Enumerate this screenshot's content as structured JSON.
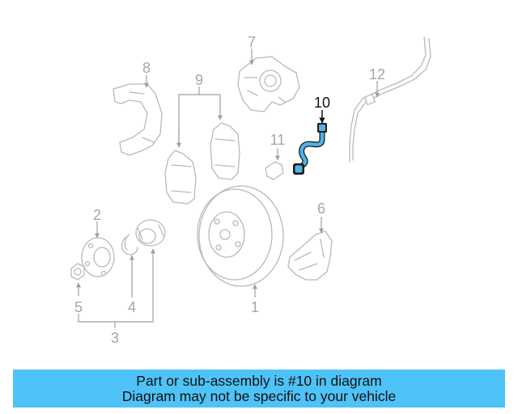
{
  "diagram": {
    "callouts": [
      {
        "id": "1",
        "label": "1"
      },
      {
        "id": "2",
        "label": "2"
      },
      {
        "id": "3",
        "label": "3"
      },
      {
        "id": "4",
        "label": "4"
      },
      {
        "id": "5",
        "label": "5"
      },
      {
        "id": "6",
        "label": "6"
      },
      {
        "id": "7",
        "label": "7"
      },
      {
        "id": "8",
        "label": "8"
      },
      {
        "id": "9",
        "label": "9"
      },
      {
        "id": "10",
        "label": "10"
      },
      {
        "id": "11",
        "label": "11"
      },
      {
        "id": "12",
        "label": "12"
      }
    ],
    "highlighted_part": "10",
    "colors": {
      "highlight": "#4fb3e8",
      "ghost_lines": "#b9b9b9",
      "banner": "#4fc3f7"
    }
  },
  "banner": {
    "line1": "Part or sub-assembly is #10 in diagram",
    "line2": "Diagram may not be specific to your vehicle"
  }
}
